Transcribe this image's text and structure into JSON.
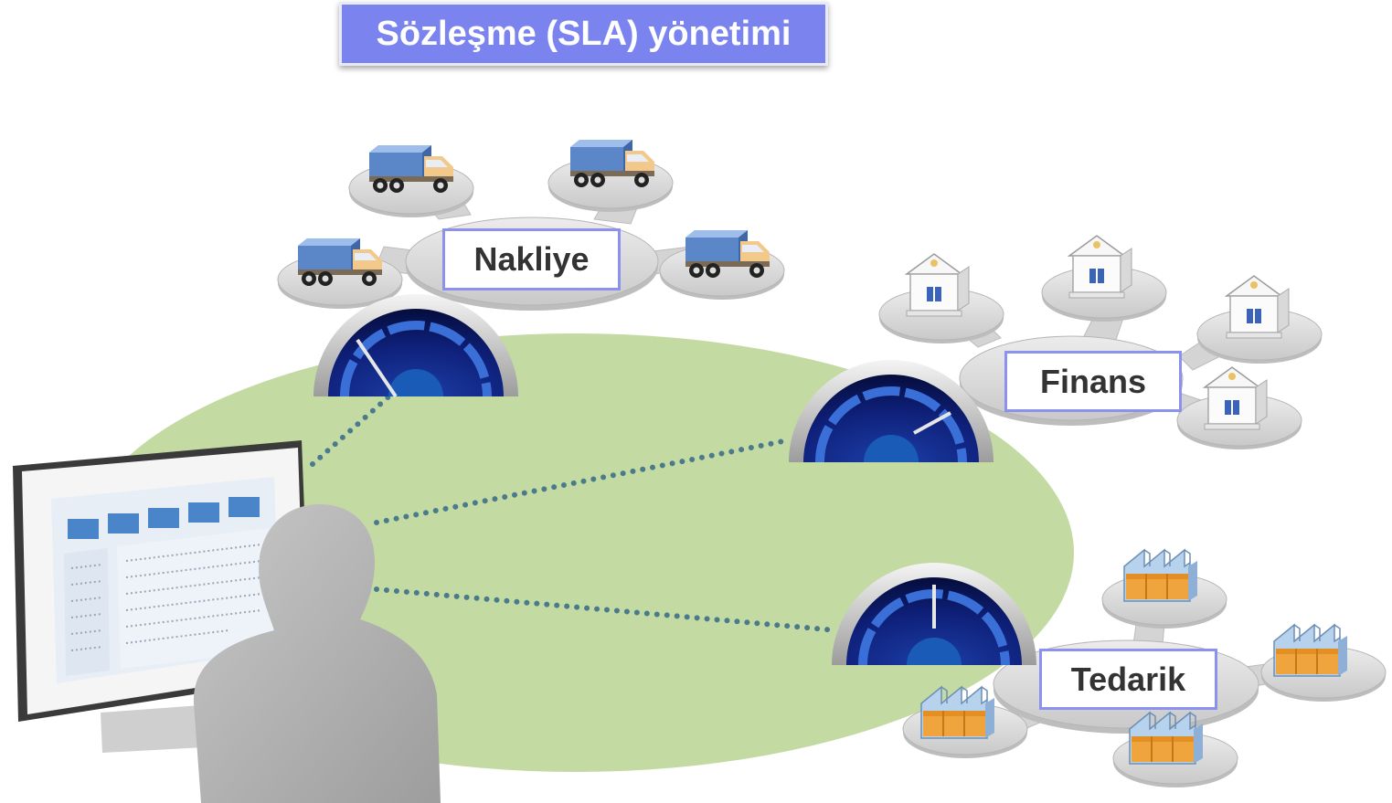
{
  "title": "Sözleşme (SLA) yönetimi",
  "groups": {
    "nakliye": {
      "label": "Nakliye",
      "icon": "truck-icon",
      "count": 4
    },
    "finans": {
      "label": "Finans",
      "icon": "bank-icon",
      "count": 4
    },
    "tedarik": {
      "label": "Tedarik",
      "icon": "factory-icon",
      "count": 4
    }
  },
  "colors": {
    "title_bg": "#7b83ef",
    "label_border": "#8a92ee",
    "ellipse": "#c3dba2",
    "gauge_dark": "#0b1a66",
    "gauge_light": "#3a6fd8",
    "person": "#b3b3b3",
    "dots": "#4a7a8c"
  }
}
